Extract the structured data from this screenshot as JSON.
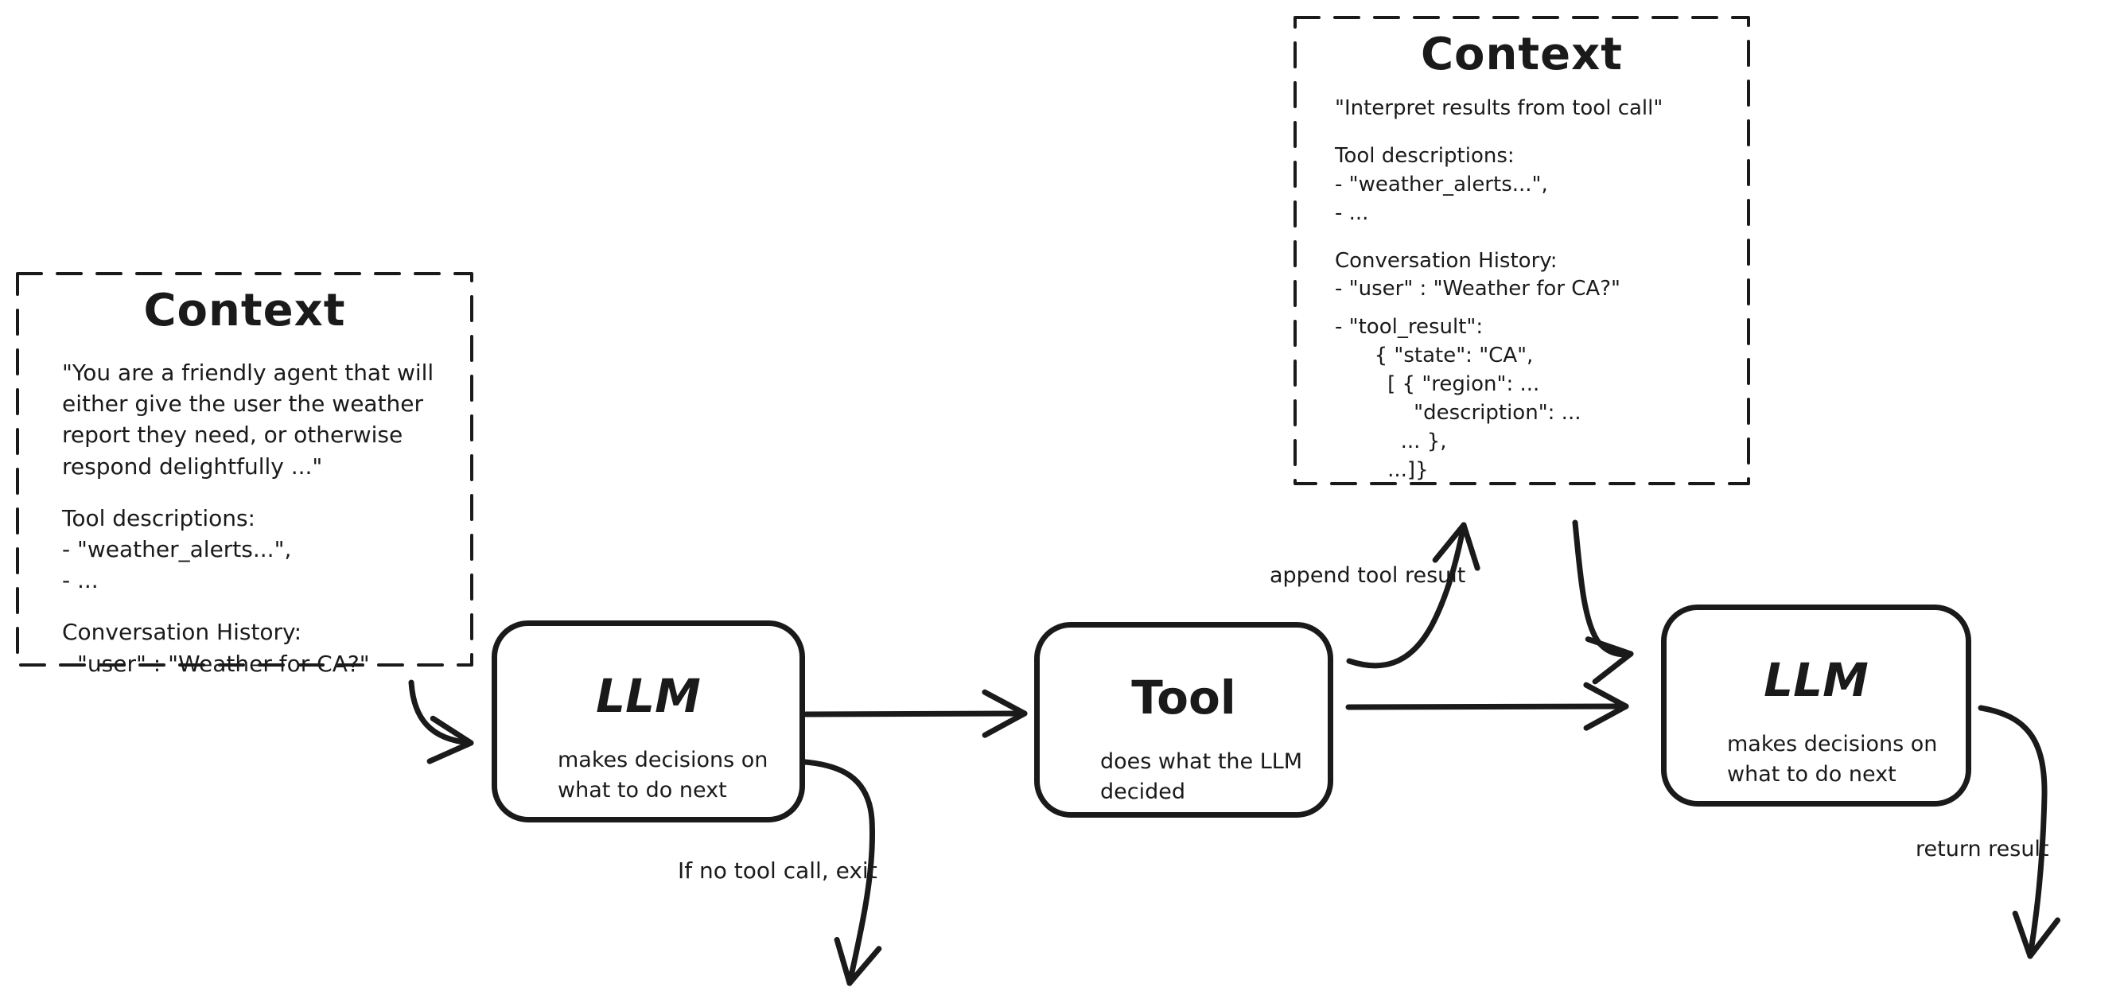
{
  "colors": {
    "ink": "#1a1a1a",
    "background": "#ffffff"
  },
  "context_left": {
    "title": "Context",
    "system_prompt": "\"You are a friendly agent that will\neither give the user the weather\nreport they need, or otherwise\nrespond delightfully ...\"",
    "tool_descriptions_heading": "Tool descriptions:",
    "tool_descriptions_items": [
      "- \"weather_alerts...\",",
      "- ..."
    ],
    "conversation_heading": "Conversation History:",
    "conversation_items": [
      "- \"user\" : \"Weather for CA?\""
    ]
  },
  "context_right": {
    "title": "Context",
    "system_prompt": "\"Interpret results from tool call\"",
    "tool_descriptions_heading": "Tool descriptions:",
    "tool_descriptions_items": [
      "- \"weather_alerts...\",",
      "- ..."
    ],
    "conversation_heading": "Conversation History:",
    "conversation_items": [
      "- \"user\" : \"Weather for CA?\"",
      "- \"tool_result\":\n      { \"state\": \"CA\",\n        [ { \"region\": ...\n            \"description\": ...\n          ... },\n        ...]}"
    ]
  },
  "nodes": {
    "llm1": {
      "title": "LLM",
      "subtitle": "makes decisions on\nwhat to do next"
    },
    "tool": {
      "title": "Tool",
      "subtitle": "does what the LLM\ndecided"
    },
    "llm2": {
      "title": "LLM",
      "subtitle": "makes decisions on\nwhat to do next"
    }
  },
  "edge_labels": {
    "append_tool_result": "append tool result",
    "if_no_tool_call_exit": "If no tool call, exit",
    "return_result": "return result"
  }
}
